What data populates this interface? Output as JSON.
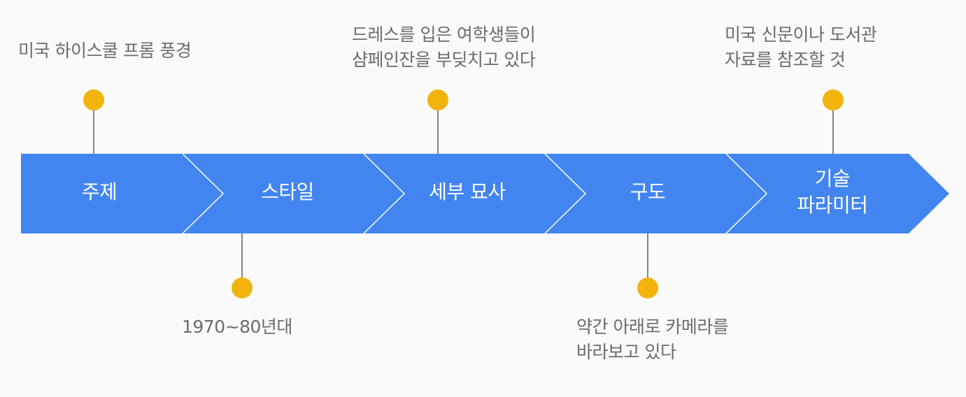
{
  "colors": {
    "background": "#fafafa",
    "band": "#4285f0",
    "separator": "#ffffff",
    "dot": "#f2b40c",
    "connector": "#606060",
    "annotation_text": "#6b6b6b",
    "step_text": "#ffffff"
  },
  "steps": [
    {
      "label": "주제",
      "annotation": "미국 하이스쿨 프롬 풍경",
      "annotation_side": "top"
    },
    {
      "label": "스타일",
      "annotation": "1970~80년대",
      "annotation_side": "bottom"
    },
    {
      "label": "세부 묘사",
      "annotation": "드레스를 입은 여학생들이\n샴페인잔을 부딪치고 있다",
      "annotation_side": "top"
    },
    {
      "label": "구도",
      "annotation": "약간 아래로 카메라를\n바라보고 있다",
      "annotation_side": "bottom"
    },
    {
      "label": "기술\n파라미터",
      "annotation": "미국 신문이나 도서관\n자료를 참조할 것",
      "annotation_side": "top"
    }
  ]
}
